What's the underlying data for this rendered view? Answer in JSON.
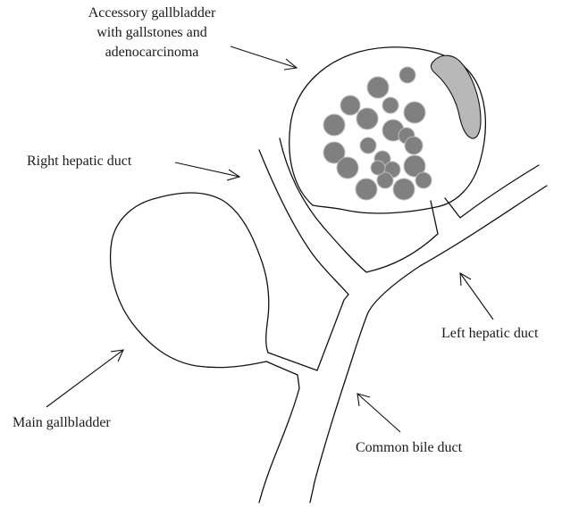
{
  "labels": {
    "accessory_gallbladder": {
      "lines": [
        "Accessory gallbladder",
        "with gallstones and",
        "adenocarcinoma"
      ]
    },
    "right_hepatic_duct": "Right hepatic duct",
    "left_hepatic_duct": "Left hepatic duct",
    "main_gallbladder": "Main gallbladder",
    "common_bile_duct": "Common bile duct"
  },
  "colors": {
    "outline": "#111111",
    "gallstone_fill": "#808080",
    "gallstone_stroke": "#bdbdbd",
    "adenocarcinoma_fill": "#b8b8b8",
    "text": "#1a1a1a"
  }
}
